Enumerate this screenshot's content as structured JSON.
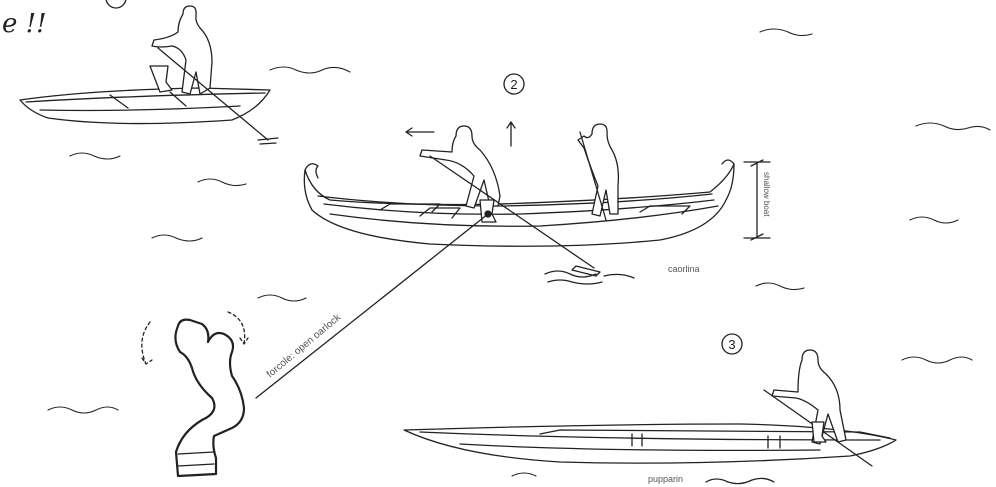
{
  "scribble": "e !!",
  "markers": {
    "m1": "2",
    "m2": "3"
  },
  "labels": {
    "caorlina": "caorlina",
    "pupparin": "pupparin",
    "shallow_boat": "shallow boat",
    "forcole": "forcole: open oarlock"
  },
  "colors": {
    "ink": "#222222",
    "label": "#555555",
    "background": "#ffffff"
  }
}
